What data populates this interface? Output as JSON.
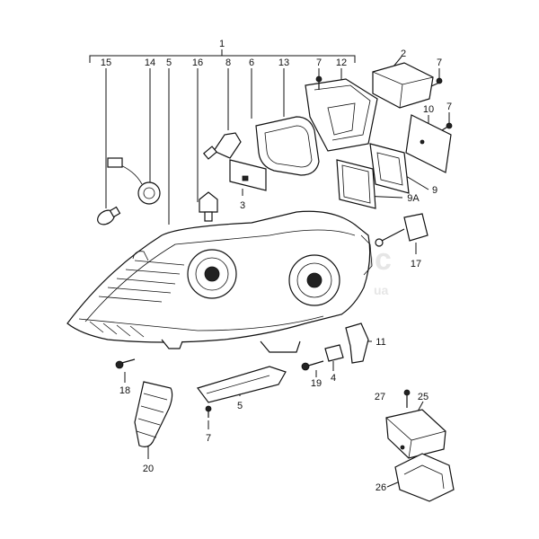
{
  "watermark": {
    "text": "Autodoc",
    "suffix": "ua"
  },
  "callouts": {
    "c1": "1",
    "c2": "2",
    "c3": "3",
    "c4": "4",
    "c5a": "5",
    "c5b": "5",
    "c7a": "7",
    "c7b": "7",
    "c7c": "7",
    "c7d": "7",
    "c8": "8",
    "c9": "9",
    "c9a": "9A",
    "c10": "10",
    "c11": "11",
    "c12": "12",
    "c13": "13",
    "c14": "14",
    "c15": "15",
    "c16": "16",
    "c17": "17",
    "c18": "18",
    "c19": "19",
    "c20": "20",
    "c25": "25",
    "c26": "26",
    "c27": "27",
    "c6": "6"
  }
}
